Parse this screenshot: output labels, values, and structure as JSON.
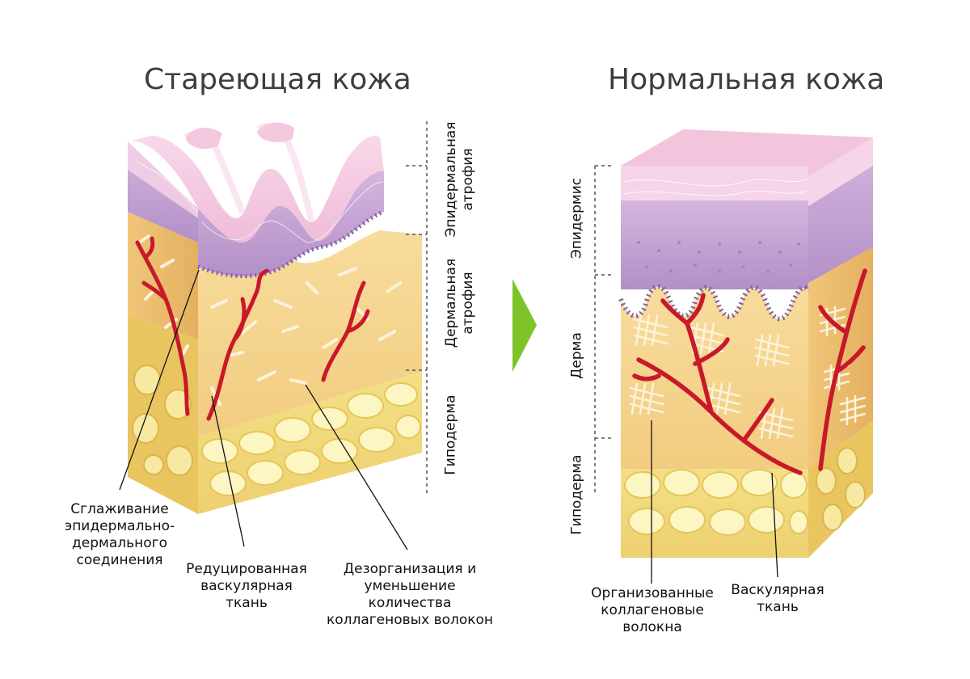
{
  "titles": {
    "aging": "Стареющая кожа",
    "normal": "Нормальная кожа"
  },
  "aging_layers": {
    "epidermal_line1": "Эпидермальная",
    "epidermal_line2": "атрофия",
    "dermal_line1": "Дермальная",
    "dermal_line2": "атрофия",
    "hypodermis": "Гиподерма"
  },
  "normal_layers": {
    "epidermis": "Эпидермис",
    "dermis": "Дерма",
    "hypodermis": "Гиподерма"
  },
  "aging_callouts": {
    "junction": [
      "Сглаживание",
      "эпидермально-",
      "дермального",
      "соединения"
    ],
    "vascular": [
      "Редуцированная",
      "васкулярная",
      "ткань"
    ],
    "collagen": [
      "Дезорганизация и",
      "уменьшение",
      "количества",
      "коллагеновых волокон"
    ]
  },
  "normal_callouts": {
    "collagen": [
      "Организованные",
      "коллагеновые",
      "волокна"
    ],
    "vascular": [
      "Васкулярная",
      "ткань"
    ]
  },
  "colors": {
    "epidermis_top": "#f3c7df",
    "epidermis_mid": "#c9a6d2",
    "basal_layer": "#8f6fb6",
    "dermis": "#f6d48f",
    "dermis_side": "#eab866",
    "hypodermis": "#f3dc7e",
    "fat_cell": "#fbf6c2",
    "vessel": "#c8192b",
    "arrow": "#7dc42a"
  }
}
